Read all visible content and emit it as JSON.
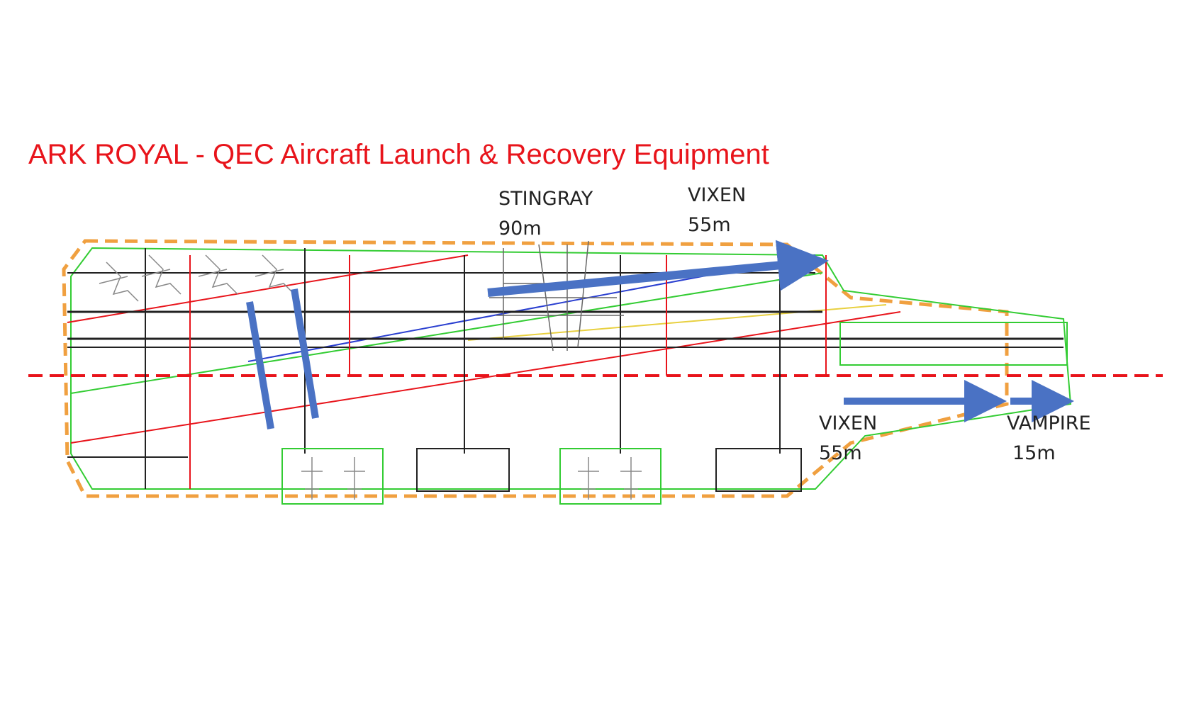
{
  "title": "ARK ROYAL - QEC Aircraft Launch & Recovery Equipment",
  "labels": {
    "stingray_name": "STINGRAY",
    "stingray_dist": "90m",
    "vixen_top_name": "VIXEN",
    "vixen_top_dist": "55m",
    "vixen_bottom_name": "VIXEN",
    "vixen_bottom_dist": "55m",
    "vampire_name": "VAMPIRE",
    "vampire_dist": "15m"
  },
  "colors": {
    "title": "#e8141b",
    "arrow": "#4a72c4",
    "deck_outline": "#33cc33",
    "runway_line": "#e8141b",
    "structure": "#222222",
    "edge": "#f0a040"
  }
}
